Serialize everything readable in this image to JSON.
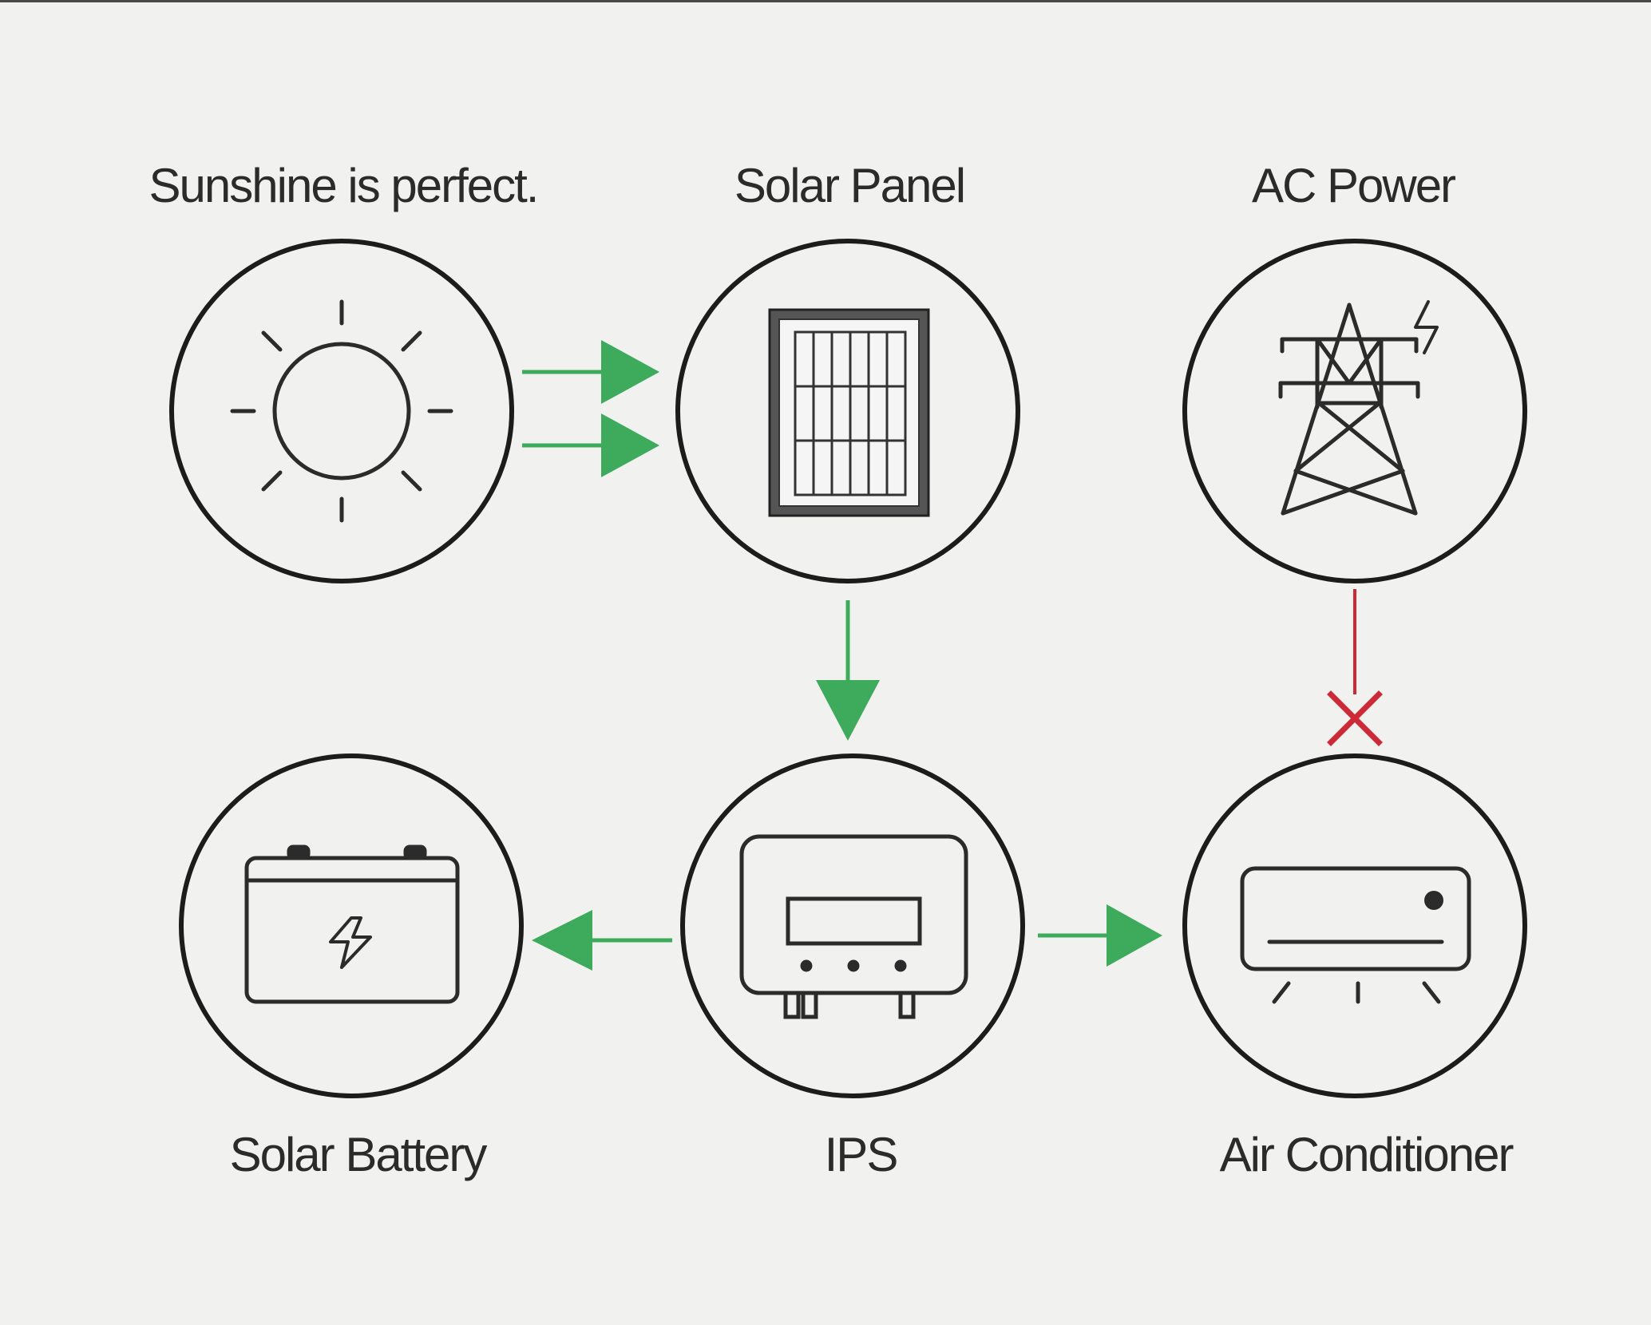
{
  "nodes": {
    "sun": {
      "label": "Sunshine is perfect.",
      "icon": "sun-icon"
    },
    "solar_panel": {
      "label": "Solar Panel",
      "icon": "solar-panel-icon"
    },
    "ac_power": {
      "label": "AC Power",
      "icon": "power-tower-icon"
    },
    "battery": {
      "label": "Solar Battery",
      "icon": "battery-icon"
    },
    "ips": {
      "label": "IPS",
      "icon": "inverter-icon"
    },
    "air_conditioner": {
      "label": "Air Conditioner",
      "icon": "air-conditioner-icon"
    }
  },
  "colors": {
    "active_flow": "#3daa5c",
    "blocked_flow": "#cc2a36",
    "outline": "#1c1c1c"
  },
  "flows": [
    {
      "from": "Sunshine is perfect.",
      "to": "Solar Panel",
      "status": "active"
    },
    {
      "from": "Solar Panel",
      "to": "IPS",
      "status": "active"
    },
    {
      "from": "IPS",
      "to": "Solar Battery",
      "status": "active"
    },
    {
      "from": "IPS",
      "to": "Air Conditioner",
      "status": "active"
    },
    {
      "from": "AC Power",
      "to": "Air Conditioner",
      "status": "blocked"
    }
  ]
}
